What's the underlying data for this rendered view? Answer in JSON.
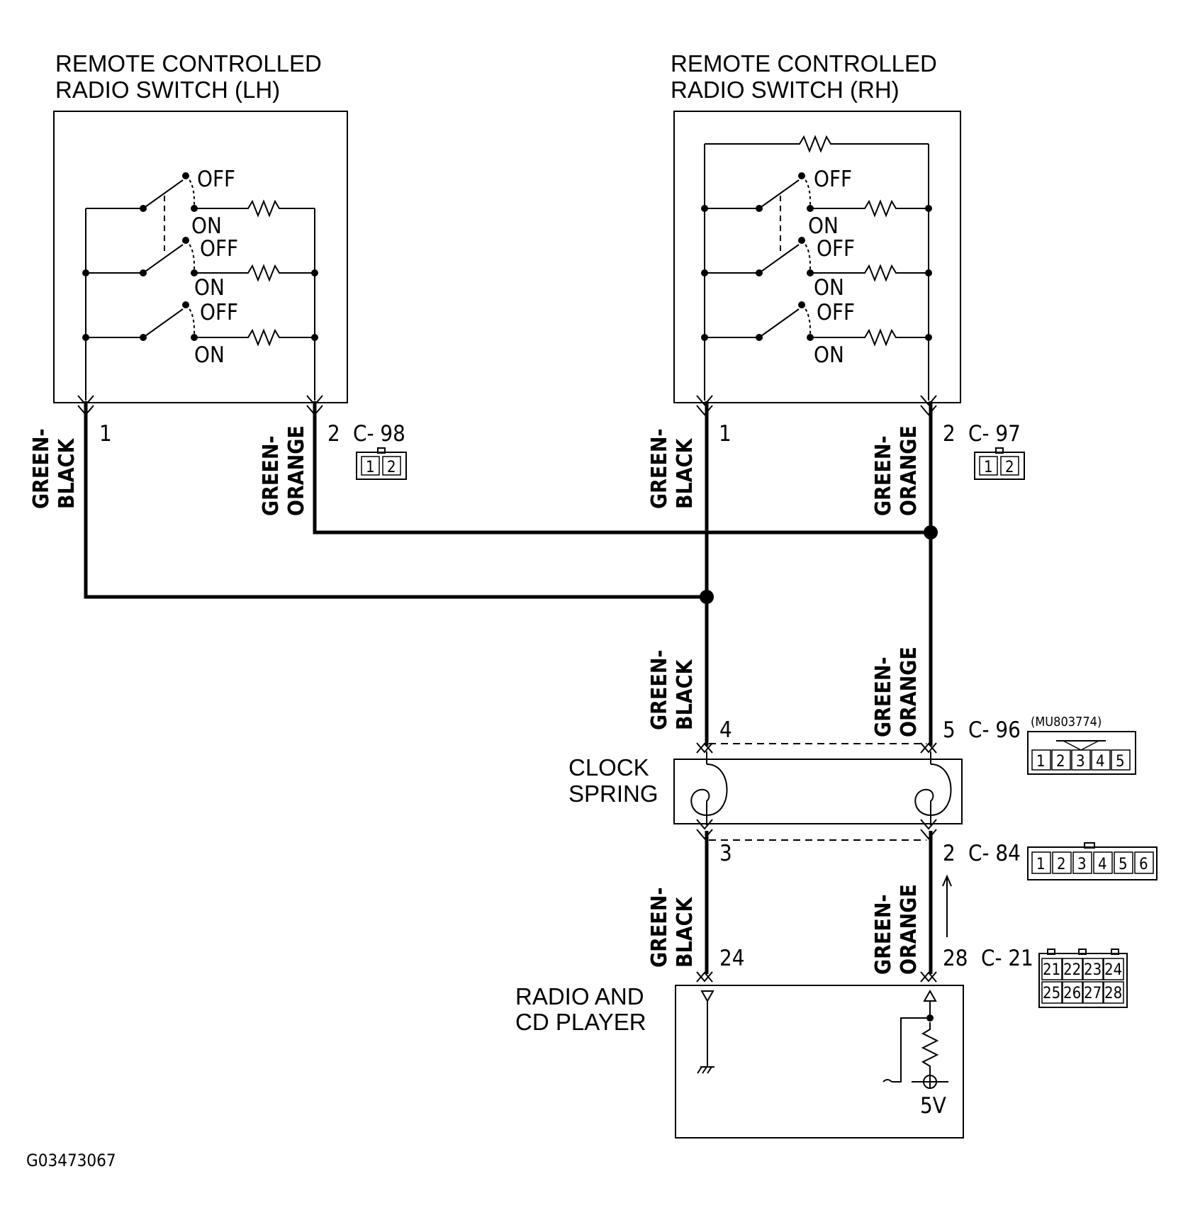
{
  "components": {
    "lh_switch": {
      "line1": "REMOTE CONTROLLED",
      "line2": "RADIO SWITCH (LH)"
    },
    "rh_switch": {
      "line1": "REMOTE CONTROLLED",
      "line2": "RADIO SWITCH (RH)"
    },
    "clock_spring": {
      "line1": "CLOCK",
      "line2": "SPRING"
    },
    "radio": {
      "line1": "RADIO AND",
      "line2": "CD PLAYER"
    }
  },
  "switch_states": {
    "off": "OFF",
    "on": "ON"
  },
  "wire_colors": {
    "green_black": {
      "line1": "GREEN-",
      "line2": "BLACK"
    },
    "green_orange": {
      "line1": "GREEN-",
      "line2": "ORANGE"
    }
  },
  "pins": {
    "lh_1": "1",
    "lh_2": "2",
    "rh_1": "1",
    "rh_2": "2",
    "cs_4": "4",
    "cs_5": "5",
    "cs_3": "3",
    "cs_2": "2",
    "radio_24": "24",
    "radio_28": "28"
  },
  "connectors": {
    "c98": {
      "id": "C- 98",
      "cells": [
        "1",
        "2"
      ]
    },
    "c97": {
      "id": "C- 97",
      "cells": [
        "1",
        "2"
      ]
    },
    "c96": {
      "id": "C- 96",
      "part": "(MU803774)",
      "cells": [
        "1",
        "2",
        "3",
        "4",
        "5"
      ]
    },
    "c84": {
      "id": "C- 84",
      "cells": [
        "1",
        "2",
        "3",
        "4",
        "5",
        "6"
      ]
    },
    "c21": {
      "id": "C- 21",
      "cells": [
        "21",
        "22",
        "23",
        "24",
        "25",
        "26",
        "27",
        "28"
      ]
    }
  },
  "supply": "5V",
  "figure_code": "G03473067",
  "colors": {
    "line": "#000000",
    "background": "#ffffff"
  }
}
